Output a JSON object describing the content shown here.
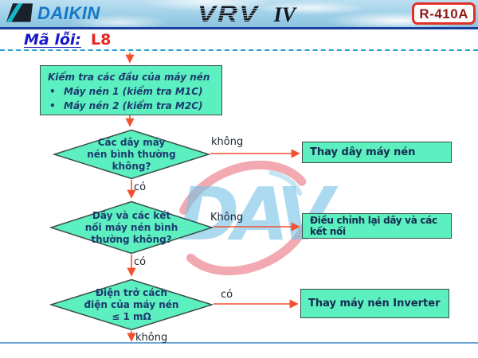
{
  "header": {
    "brand": "DAIKIN",
    "product": "VRV",
    "product_suffix": "IV",
    "refrigerant": "R-410A"
  },
  "error": {
    "label": "Mã lỗi:",
    "code": "L8"
  },
  "watermark": {
    "text": "DAV"
  },
  "colors": {
    "node_fill": "#5cefc0",
    "node_border": "#3b4f4a",
    "arrow": "#f2512e",
    "node_text": "#1d3a6e",
    "header_rule": "#1b3f9c",
    "dashed_divider": "#2b9fd0",
    "bottom_rule": "#6fa7d6",
    "error_label": "#1717c9",
    "error_code": "#e8231f",
    "daikin_blue": "#1478c8",
    "badge_border": "#e03126",
    "badge_text": "#8e1a15",
    "watermark_blue": "#79c3e6",
    "watermark_pink": "#f19aa3"
  },
  "flow": {
    "start": {
      "title": "Kiểm tra các đầu của máy nén",
      "bullet": "•",
      "items": [
        "Máy nén 1 (kiểm tra M1C)",
        "Máy nén 2 (kiểm tra M2C)"
      ]
    },
    "decisions": [
      {
        "lines": [
          "Các dây máy",
          "nén bình thường",
          "không?"
        ],
        "no_label": "không",
        "yes_label": "có"
      },
      {
        "lines": [
          "Dây và các kết",
          "nối máy nén bình",
          "thường không?"
        ],
        "no_label": "Không",
        "yes_label": "có"
      },
      {
        "lines": [
          "Điện trở cách",
          "điện của máy nén",
          "≤ 1 mΩ"
        ],
        "yes_label": "có",
        "no_label": "không"
      }
    ],
    "actions": [
      "Thay dây máy nén",
      "Điều chỉnh lại dây và các kết nối",
      "Thay máy nén Inverter"
    ]
  }
}
